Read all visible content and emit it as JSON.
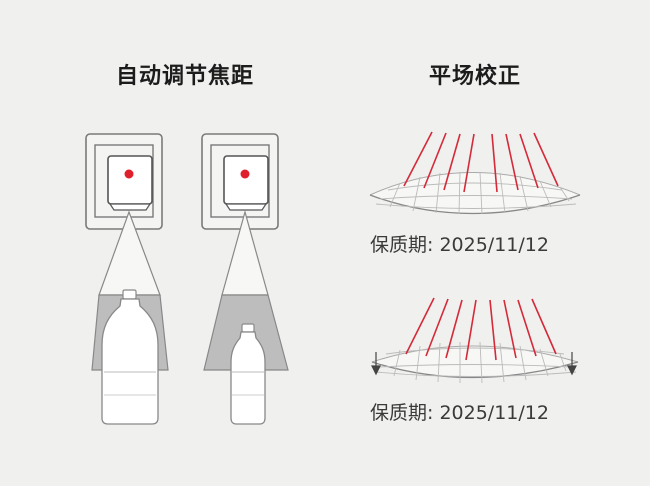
{
  "left_panel": {
    "title": "自动调节焦距"
  },
  "right_panel": {
    "title": "平场校正",
    "caption_top": "保质期: 2025/11/12",
    "caption_bottom": "保质期: 2025/11/12"
  },
  "colors": {
    "ray_red": "#d42a3a",
    "indicator_red": "#e01f2c",
    "frame_gray": "#7a7a7a",
    "beam_fill": "#bdbdbd"
  }
}
